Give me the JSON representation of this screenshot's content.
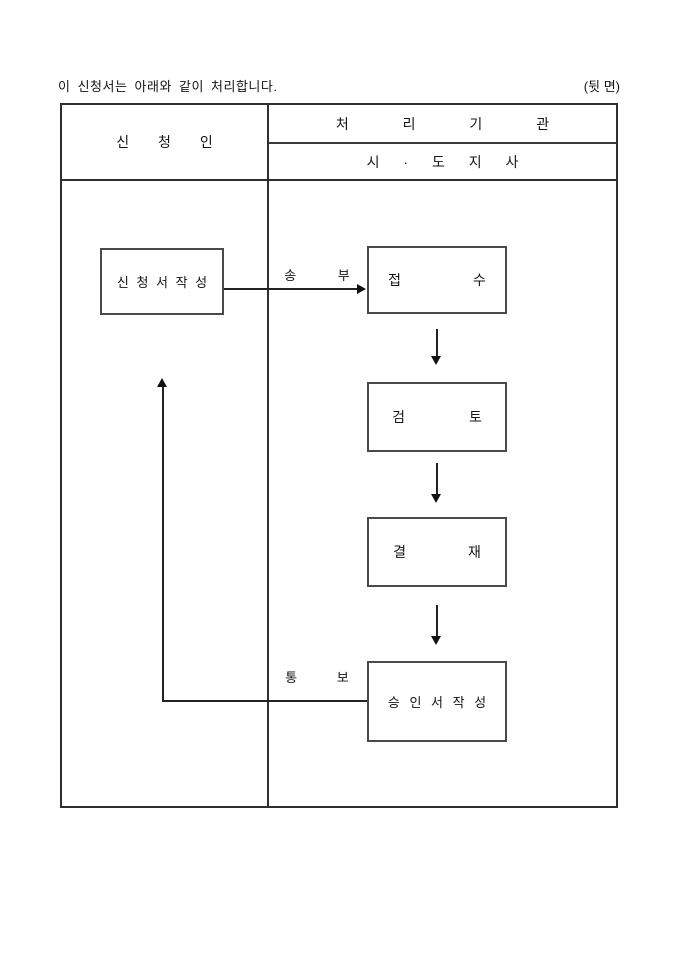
{
  "page": {
    "intro_text": "이 신청서는 아래와 같이 처리합니다.",
    "corner_note": "(뒷 면)"
  },
  "table": {
    "applicant_header": "신 청 인",
    "agency_header": "처 리 기 관",
    "agency_subheader": "시 · 도 지 사"
  },
  "flowchart": {
    "nodes": {
      "write_application": "신 청 서 작 성",
      "receive": "접 수",
      "review": "검 토",
      "approve": "결 재",
      "write_approval": "승 인 서 작 성"
    },
    "edges": {
      "send_label": "송 부",
      "notify_label": "통 보"
    }
  }
}
